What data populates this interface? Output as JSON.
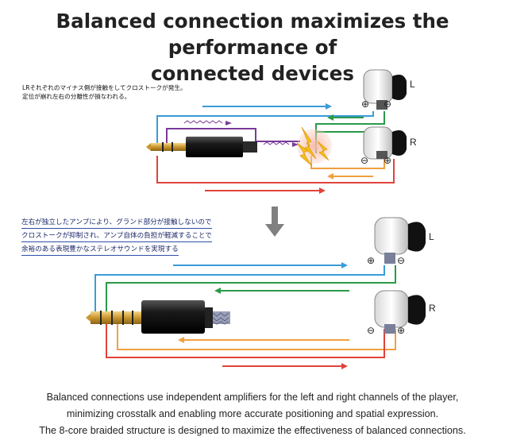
{
  "title": {
    "line1": "Balanced connection maximizes the performance of",
    "line2": "connected devices"
  },
  "top_note": {
    "line1": "LRそれぞれのマイナス側が接触をしてクロストークが発生。",
    "line2": "定位が崩れ左右の分離性が損なわれる。"
  },
  "bottom_note": {
    "line1": "左右が独立したアンプにより、グランド部分が接触しないので",
    "line2": "クロストークが抑制され、アンプ自体の負担が軽減することで",
    "line3": "余裕のある表現豊かなステレオサウンドを実現する"
  },
  "labels": {
    "top_left": "L",
    "top_right": "R",
    "bottom_left": "L",
    "bottom_right": "R",
    "plus": "⊕",
    "minus": "⊖"
  },
  "caption": {
    "line1": "Balanced connections use independent amplifiers for the left and right channels of the player,",
    "line2": "minimizing crosstalk and enabling more accurate positioning and spatial expression.",
    "line3": "The 8-core braided structure is designed to maximize the effectiveness of balanced connections."
  },
  "colors": {
    "blue": "#3a9bd8",
    "green": "#2a9a48",
    "orange": "#f0a040",
    "red": "#e0433a",
    "purple": "#7a3a9a",
    "arrow_gray": "#808080"
  }
}
